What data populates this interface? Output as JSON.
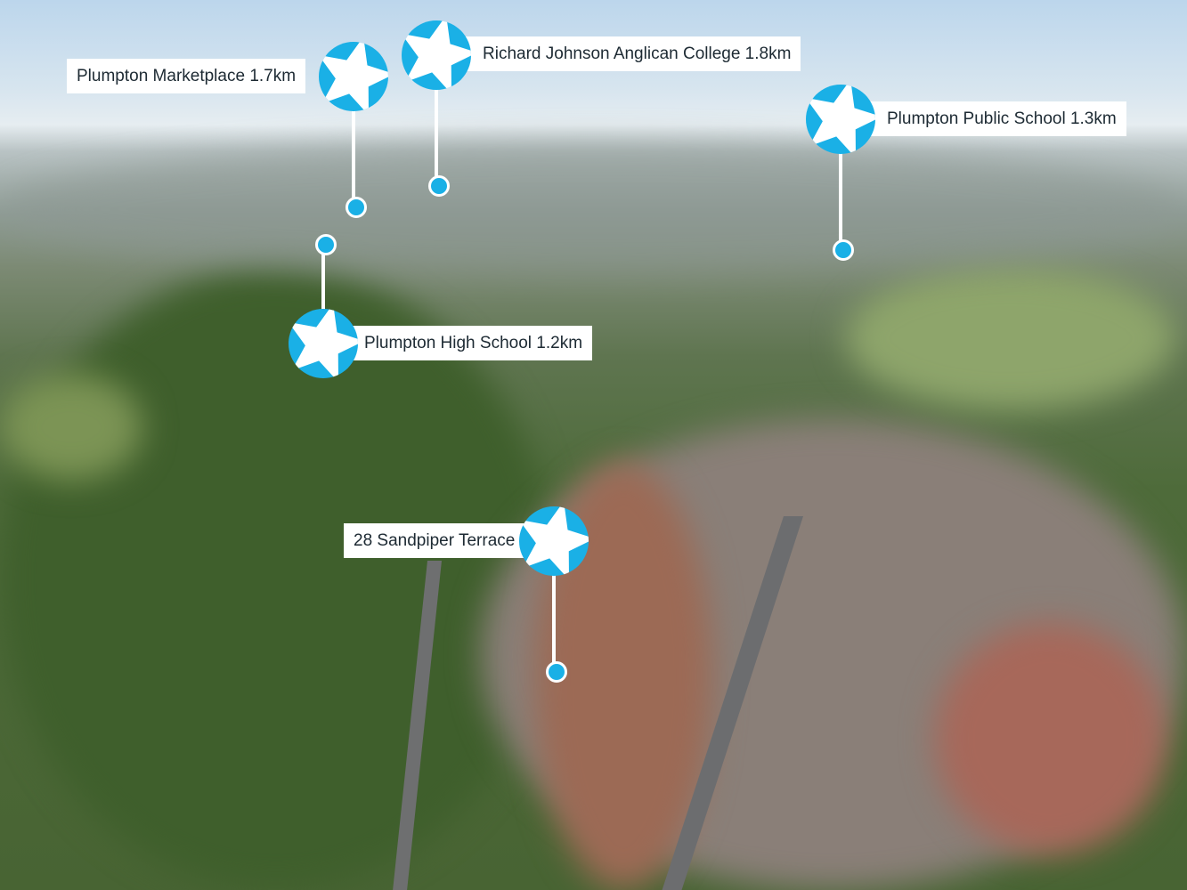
{
  "colors": {
    "marker": "#1ab0e6",
    "label_bg": "#ffffff",
    "label_text": "#1d2a33"
  },
  "markers": [
    {
      "id": "plumpton-marketplace",
      "label": "Plumpton Marketplace 1.7km",
      "icon": "star-icon"
    },
    {
      "id": "richard-johnson-anglican-college",
      "label": "Richard Johnson Anglican College 1.8km",
      "icon": "star-icon"
    },
    {
      "id": "plumpton-public-school",
      "label": "Plumpton Public School 1.3km",
      "icon": "star-icon"
    },
    {
      "id": "plumpton-high-school",
      "label": "Plumpton High School 1.2km",
      "icon": "star-icon"
    },
    {
      "id": "property",
      "label": "28 Sandpiper Terrace",
      "icon": "star-icon"
    }
  ]
}
